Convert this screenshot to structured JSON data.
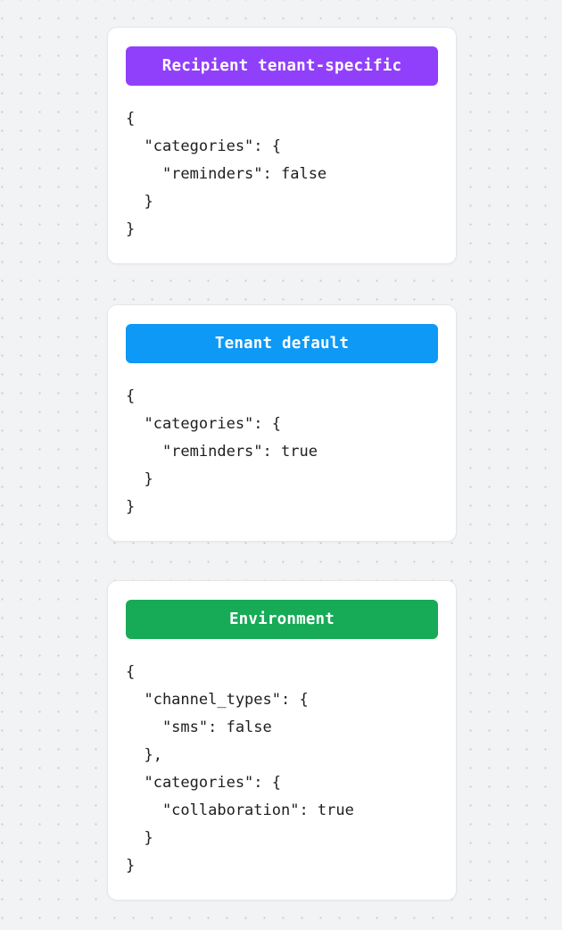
{
  "background": {
    "color": "#f2f3f4",
    "dot_color": "#c9cbcd",
    "pattern": "dot-grid"
  },
  "cards": [
    {
      "id": "recipient-tenant-specific",
      "header_label": "Recipient tenant-specific",
      "header_color": "#9040fa",
      "code": "{\n  \"categories\": {\n    \"reminders\": false\n  }\n}"
    },
    {
      "id": "tenant-default",
      "header_label": "Tenant default",
      "header_color": "#0d99f5",
      "code": "{\n  \"categories\": {\n    \"reminders\": true\n  }\n}"
    },
    {
      "id": "environment",
      "header_label": "Environment",
      "header_color": "#17ab57",
      "code": "{\n  \"channel_types\": {\n    \"sms\": false\n  },\n  \"categories\": {\n    \"collaboration\": true\n  }\n}"
    }
  ]
}
